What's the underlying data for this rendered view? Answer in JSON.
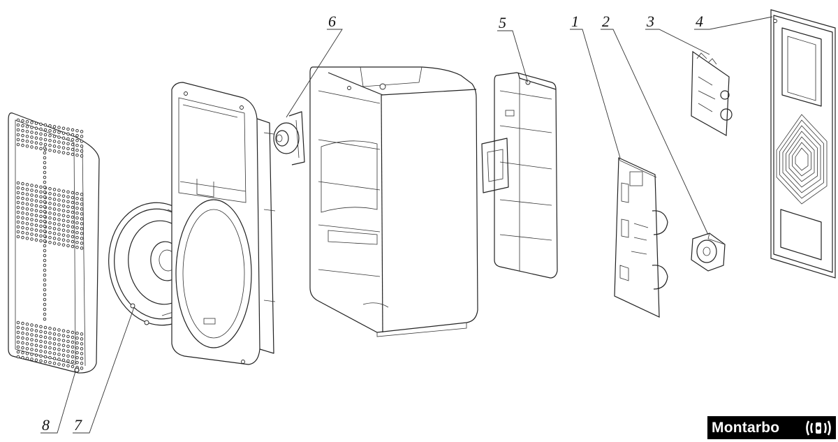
{
  "parts": [
    {
      "number": "1",
      "label_text": "1"
    },
    {
      "number": "2",
      "label_text": "2"
    },
    {
      "number": "3",
      "label_text": "3"
    },
    {
      "number": "4",
      "label_text": "4"
    },
    {
      "number": "5",
      "label_text": "5"
    },
    {
      "number": "6",
      "label_text": "6"
    },
    {
      "number": "7",
      "label_text": "7"
    },
    {
      "number": "8",
      "label_text": "8"
    }
  ],
  "brand": {
    "name": "Montarbo",
    "icon": "speaker-waves-icon",
    "background_color": "#000000",
    "text_color": "#ffffff"
  },
  "colors": {
    "line": "#222222",
    "background": "#ffffff"
  }
}
